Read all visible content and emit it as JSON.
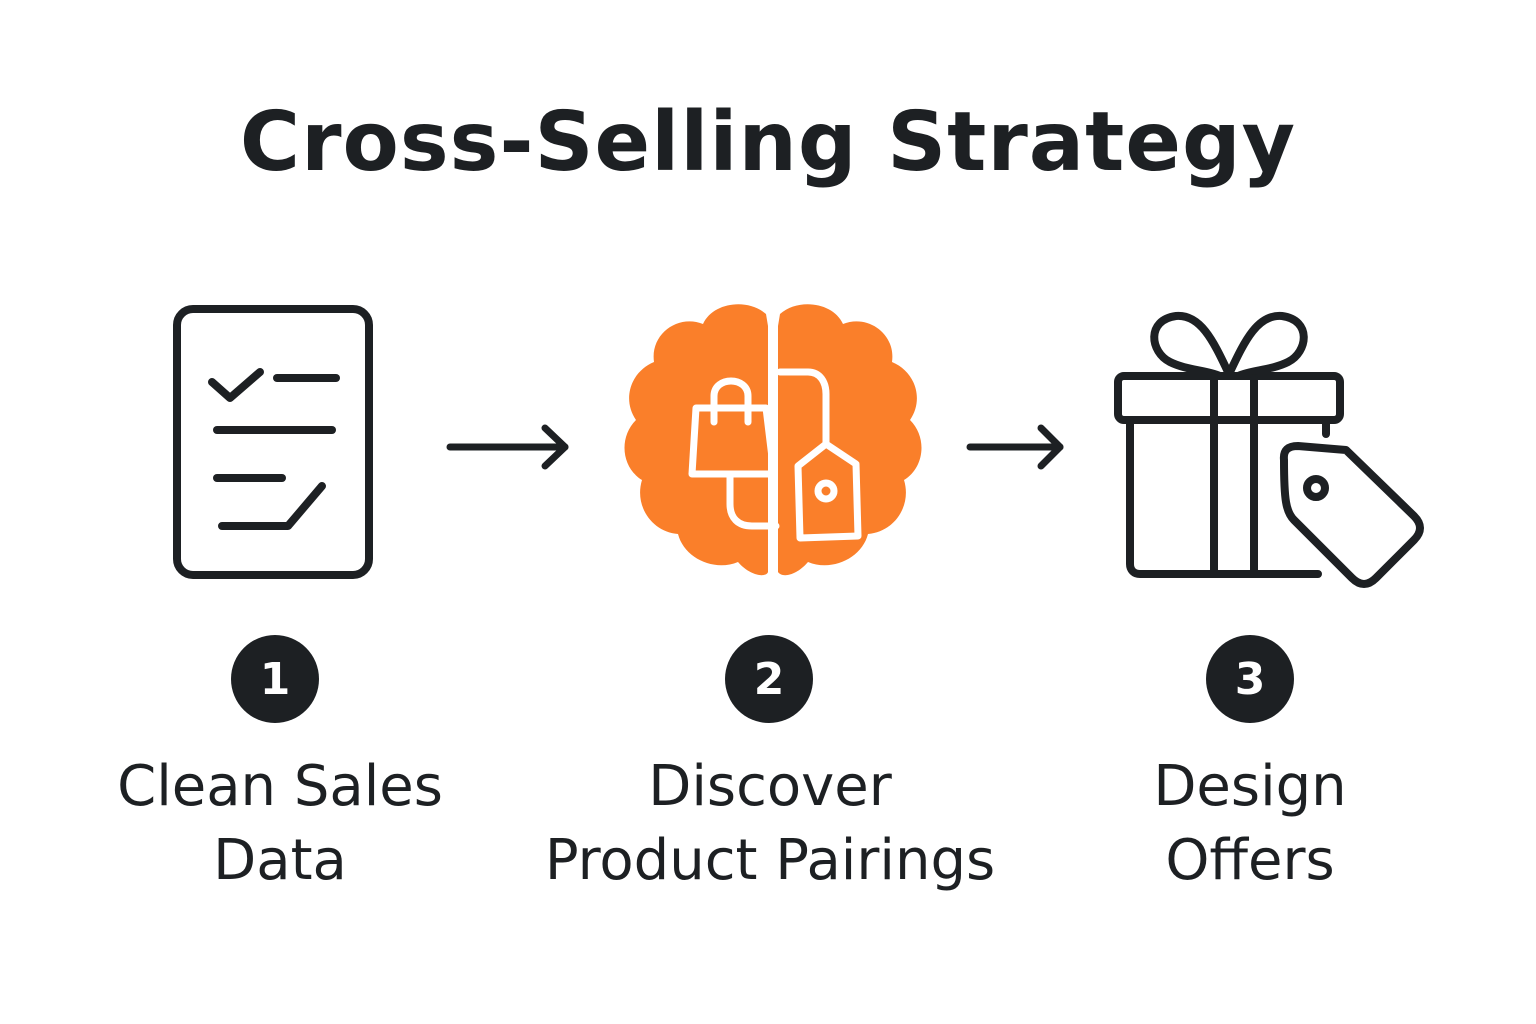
{
  "title": "Cross-Selling Strategy",
  "colors": {
    "ink": "#1d2023",
    "accent": "#fa7f2a",
    "background": "#ffffff"
  },
  "steps": [
    {
      "number": "1",
      "line1": "Clean Sales",
      "line2": "Data",
      "icon": "checklist-document-icon"
    },
    {
      "number": "2",
      "line1": "Discover",
      "line2": "Product Pairings",
      "icon": "brain-shopping-bag-tag-icon"
    },
    {
      "number": "3",
      "line1": "Design",
      "line2": "Offers",
      "icon": "gift-box-price-tag-icon"
    }
  ],
  "connectors": [
    "arrow-right-icon",
    "arrow-right-icon"
  ]
}
